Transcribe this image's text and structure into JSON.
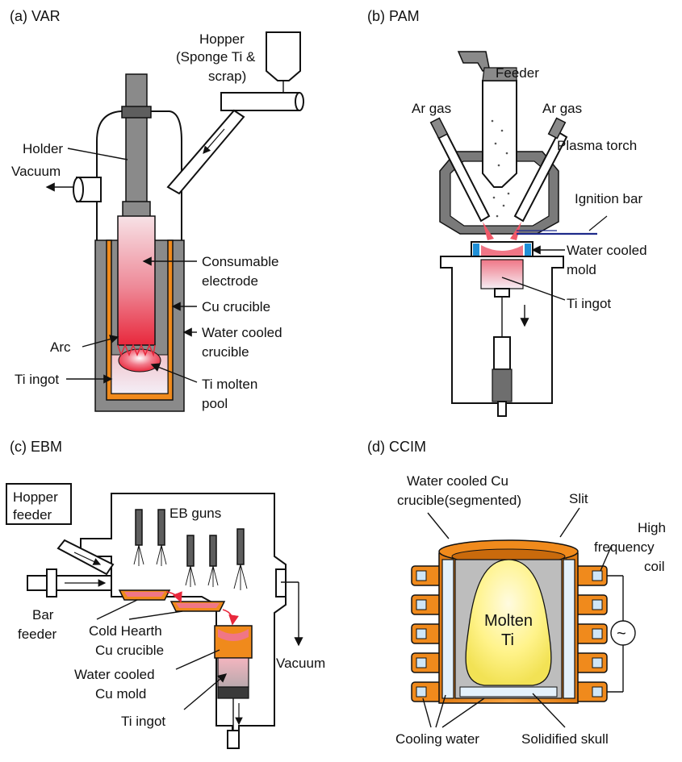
{
  "panels": {
    "var": {
      "title": "(a) VAR",
      "labels": {
        "hopper_1": "Hopper",
        "hopper_2": "(Sponge Ti &",
        "hopper_3": "scrap)",
        "holder": "Holder",
        "vacuum": "Vacuum",
        "electrode_1": "Consumable",
        "electrode_2": "electrode",
        "cu_crucible": "Cu crucible",
        "wcc_1": "Water cooled",
        "wcc_2": "crucible",
        "arc": "Arc",
        "ingot": "Ti ingot",
        "pool_1": "Ti molten",
        "pool_2": "pool"
      }
    },
    "pam": {
      "title": "(b) PAM",
      "labels": {
        "feeder": "Feeder",
        "ar_left": "Ar gas",
        "ar_right": "Ar gas",
        "torch": "Plasma torch",
        "ignition": "Ignition bar",
        "mold_1": "Water cooled",
        "mold_2": "mold",
        "ingot": "Ti ingot"
      }
    },
    "ebm": {
      "title": "(c) EBM",
      "labels": {
        "hopper_1": "Hopper",
        "hopper_2": "feeder",
        "guns": "EB guns",
        "bar_1": "Bar",
        "bar_2": "feeder",
        "hearth_1": "Cold Hearth",
        "hearth_2": "Cu crucible",
        "mold_1": "Water cooled",
        "mold_2": "Cu mold",
        "ingot": "Ti ingot",
        "vacuum": "Vacuum"
      }
    },
    "ccim": {
      "title": "(d) CCIM",
      "labels": {
        "crucible_1": "Water cooled Cu",
        "crucible_2": "crucible(segmented)",
        "slit": "Slit",
        "coil_1": "High",
        "coil_2": "frequency",
        "coil_3": "coil",
        "molten_1": "Molten",
        "molten_2": "Ti",
        "ac": "~",
        "water": "Cooling water",
        "skull": "Solidified skull"
      }
    }
  },
  "colors": {
    "copper": "#f08a1c",
    "steel": "#8a8a8a",
    "melt_red": "#e8283c",
    "melt_yellow": "#fff27a",
    "water_blue": "#1f8fd6"
  }
}
